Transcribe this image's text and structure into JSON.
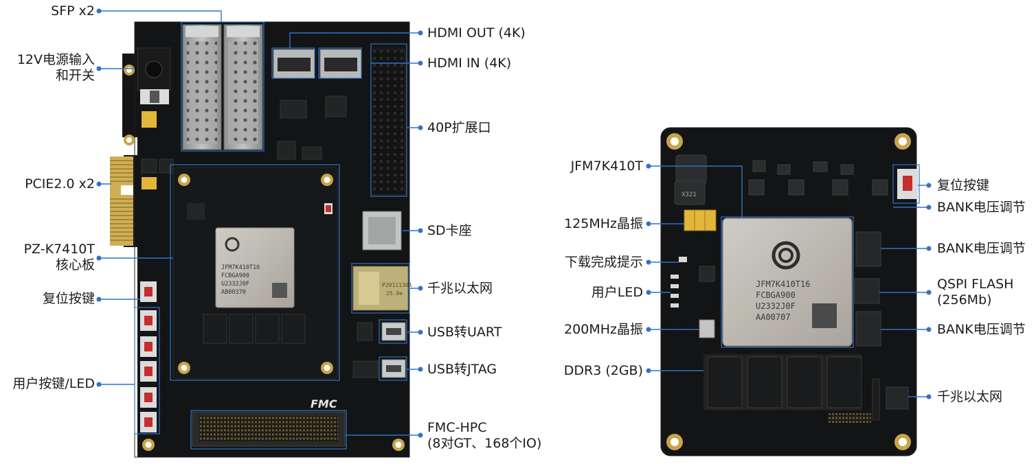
{
  "colors": {
    "pcb": "#111213",
    "callout_blue": "#2f73c9",
    "gold": "#c8a64b",
    "chip_silver": "#b9b6af",
    "label_text": "#1c1c1c"
  },
  "left_board": {
    "silkscreen": {
      "fmc_logo": "FMC",
      "chip_line1": "JFM7K410T16",
      "chip_line2": "FCBGA900",
      "chip_line3": "U2332J0F",
      "chip_line4": "AB00370",
      "ethernet_line1": "P2011130A",
      "ethernet_line2": "25.0e"
    },
    "labels": {
      "sfp": "SFP x2",
      "power_line1": "12V电源输入",
      "power_line2": "和开关",
      "pcie": "PCIE2.0 x2",
      "core_line1": "PZ-K7410T",
      "core_line2": "核心板",
      "reset": "复位按键",
      "user_keys": "用户按键/LED",
      "hdmi_out": "HDMI OUT (4K)",
      "hdmi_in": "HDMI IN (4K)",
      "ext40p": "40P扩展口",
      "sd": "SD卡座",
      "ethernet": "千兆以太网",
      "usb_uart": "USB转UART",
      "usb_jtag": "USB转JTAG",
      "fmc_line1": "FMC-HPC",
      "fmc_line2": "(8对GT、168个IO)"
    }
  },
  "right_board": {
    "silkscreen": {
      "chip_line1": "JFM7K410T16",
      "chip_line2": "FCBGA900",
      "chip_line3": "U2332J0F",
      "chip_line4": "AA00707",
      "inductor": "X321"
    },
    "labels": {
      "fpga": "JFM7K410T",
      "osc125": "125MHz晶振",
      "done_led": "下载完成提示",
      "user_led": "用户LED",
      "osc200": "200MHz晶振",
      "ddr3": "DDR3 (2GB)",
      "reset": "复位按键",
      "bank1": "BANK电压调节",
      "bank2": "BANK电压调节",
      "qspi_line1": "QSPI FLASH",
      "qspi_line2": "(256Mb)",
      "bank3": "BANK电压调节",
      "ethernet": "千兆以太网"
    }
  }
}
